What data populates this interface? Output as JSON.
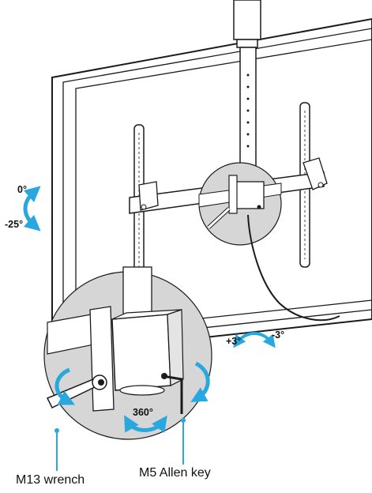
{
  "tilt": {
    "top_label": "0°",
    "bottom_label": "-25°"
  },
  "swivel": {
    "plus_label": "+3°",
    "minus_label": "-3°"
  },
  "rotation": {
    "label": "360°"
  },
  "tools": {
    "wrench_label": "M13 wrench",
    "allen_key_label": "M5 Allen key"
  },
  "colors": {
    "line": "#1b1b1b",
    "arrow": "#29a8e0",
    "circle_fill": "#d6d6d6",
    "panel_fill": "#ffffff",
    "callout_line": "#29a8e0"
  }
}
